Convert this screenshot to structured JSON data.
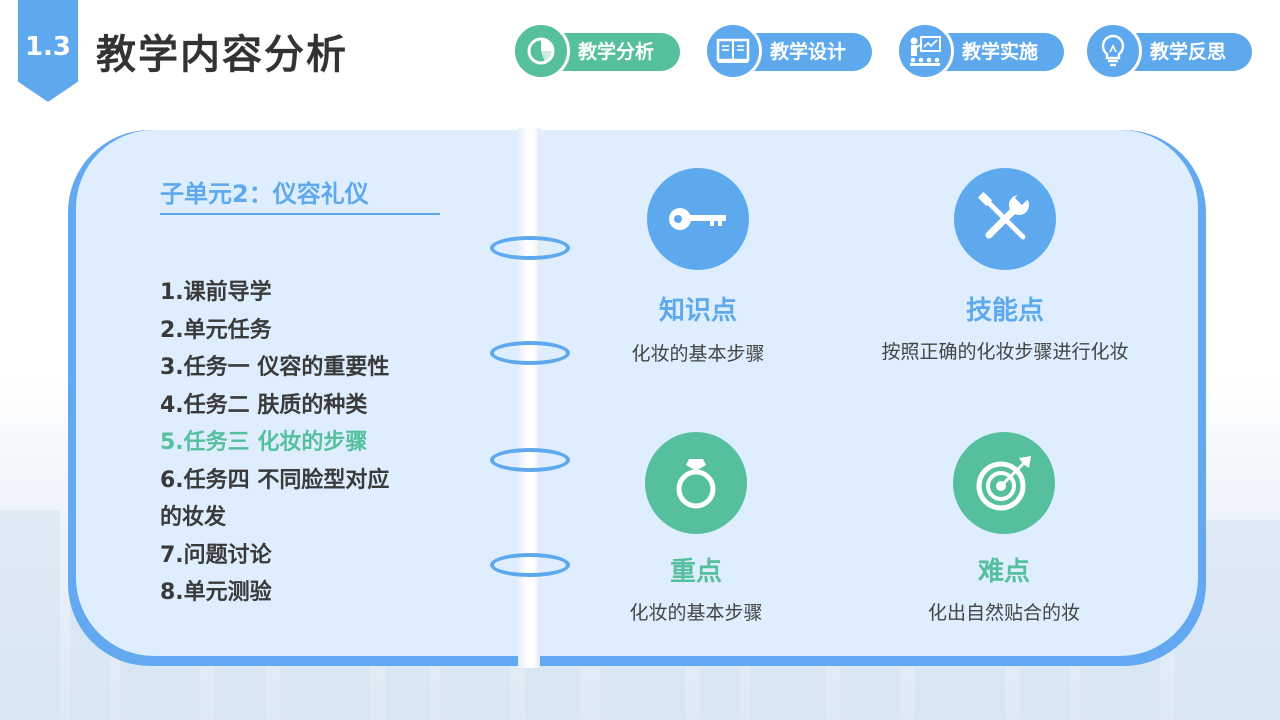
{
  "header": {
    "badge": "1.3",
    "title": "教学内容分析"
  },
  "nav": {
    "items": [
      {
        "label": "教学分析",
        "icon": "pie-chart-icon",
        "active": true
      },
      {
        "label": "教学设计",
        "icon": "book-icon",
        "active": false
      },
      {
        "label": "教学实施",
        "icon": "teacher-presentation-icon",
        "active": false
      },
      {
        "label": "教学反思",
        "icon": "lightbulb-icon",
        "active": false
      }
    ]
  },
  "unit": {
    "title": "子单元2：仪容礼仪",
    "lessons": [
      "1.课前导学",
      "2.单元任务",
      "3.任务一 仪容的重要性",
      "4.任务二 肤质的种类",
      "5.任务三 化妆的步骤",
      "6.任务四 不同脸型对应",
      "的妆发",
      "7.问题讨论",
      "8.单元测验"
    ],
    "active_lesson_index": 4
  },
  "quadrants": [
    {
      "title": "知识点",
      "desc": "化妆的基本步骤",
      "icon": "key-icon",
      "color": "#5ea9ee"
    },
    {
      "title": "技能点",
      "desc": "按照正确的化妆步骤进行化妆",
      "icon": "tools-icon",
      "color": "#5ea9ee"
    },
    {
      "title": "重点",
      "desc": "化妆的基本步骤",
      "icon": "ring-icon",
      "color": "#55bf9e"
    },
    {
      "title": "难点",
      "desc": "化出自然贴合的妆",
      "icon": "target-icon",
      "color": "#55bf9e"
    }
  ],
  "colors": {
    "blue": "#5ea9ee",
    "green": "#55bf9e",
    "card_bg": "#deeeff"
  }
}
